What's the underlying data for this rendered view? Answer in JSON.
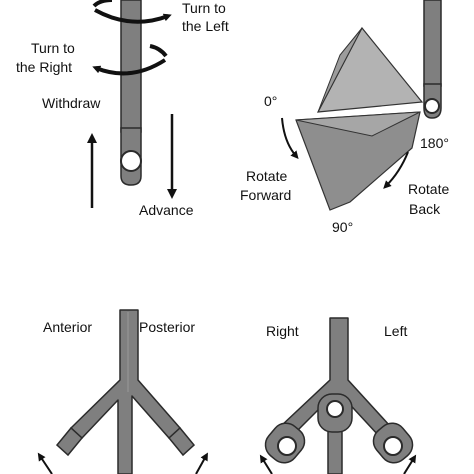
{
  "colors": {
    "scope_fill": "#7f7f7f",
    "scope_stroke": "#2b2b2b",
    "sector_light": "#b3b3b3",
    "sector_dark": "#8e8e8e",
    "arrow": "#111111",
    "label": "#111111",
    "background": "#ffffff"
  },
  "panel_a": {
    "turn_left": [
      "Turn to",
      "the Left"
    ],
    "turn_right": [
      "Turn to",
      "the Right"
    ],
    "withdraw": "Withdraw",
    "advance": "Advance"
  },
  "panel_b": {
    "angle_start": "0°",
    "angle_end": "180°",
    "angle_mid": "90°",
    "rotate_forward": [
      "Rotate",
      "Forward"
    ],
    "rotate_back": [
      "Rotate",
      "Back"
    ]
  },
  "panel_c": {
    "anterior": "Anterior",
    "posterior": "Posterior"
  },
  "panel_d": {
    "right": "Right",
    "left": "Left"
  }
}
